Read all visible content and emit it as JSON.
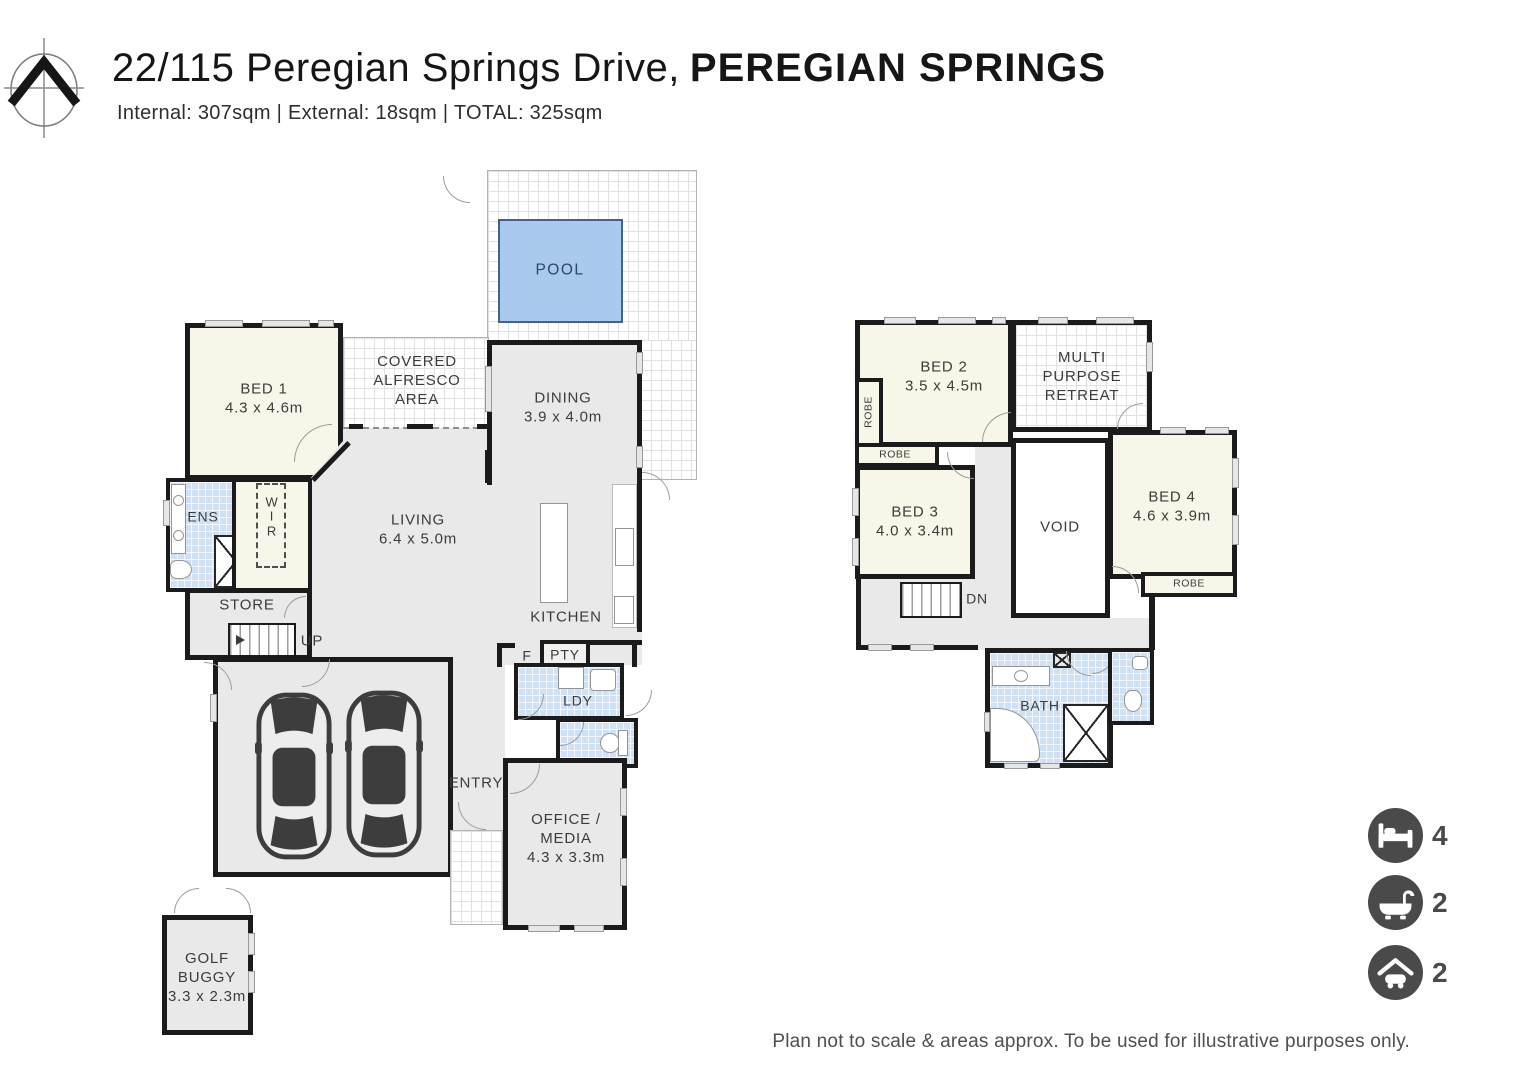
{
  "header": {
    "address_line": "22/115 Peregian Springs Drive,",
    "suburb": "PEREGIAN SPRINGS",
    "areas": "Internal: 307sqm   |   External: 18sqm   |   TOTAL: 325sqm"
  },
  "ground_floor": {
    "pool": "POOL",
    "alfresco": "COVERED\nALFRESCO\nAREA",
    "bed1_name": "BED 1",
    "bed1_dims": "4.3 x 4.6m",
    "dining_name": "DINING",
    "dining_dims": "3.9 x 4.0m",
    "living_name": "LIVING",
    "living_dims": "6.4 x 5.0m",
    "ens": "ENS",
    "wir": "W\nI\nR",
    "store": "STORE",
    "up": "UP",
    "kitchen": "KITCHEN",
    "fridge": "F",
    "pantry": "PTY",
    "laundry": "LDY",
    "entry": "ENTRY",
    "office": "OFFICE /\nMEDIA\n4.3 x 3.3m",
    "golf_buggy": "GOLF\nBUGGY\n3.3 x 2.3m"
  },
  "upper_floor": {
    "bed2_name": "BED 2",
    "bed2_dims": "3.5 x 4.5m",
    "bed3_name": "BED 3",
    "bed3_dims": "4.0 x 3.4m",
    "bed4_name": "BED 4",
    "bed4_dims": "4.6 x 3.9m",
    "retreat": "MULTI\nPURPOSE\nRETREAT",
    "void": "VOID",
    "dn": "DN",
    "bath": "BATH",
    "robe_bed2": "ROBE",
    "robe_bed3": "ROBE",
    "robe_bed4": "ROBE"
  },
  "summary": {
    "beds": "4",
    "baths": "2",
    "cars": "2"
  },
  "footer": "Plan not to scale & areas approx. To be used for illustrative purposes only.",
  "colors": {
    "wall": "#1b1b1b",
    "room_cream": "#f8f6e8",
    "room_gray": "#e9e9e9",
    "wet_area_blue": "#cfe1f3",
    "pool_fill": "#a9c9ef",
    "pool_border": "#44618c",
    "badge_circle": "#4a4a4a"
  }
}
